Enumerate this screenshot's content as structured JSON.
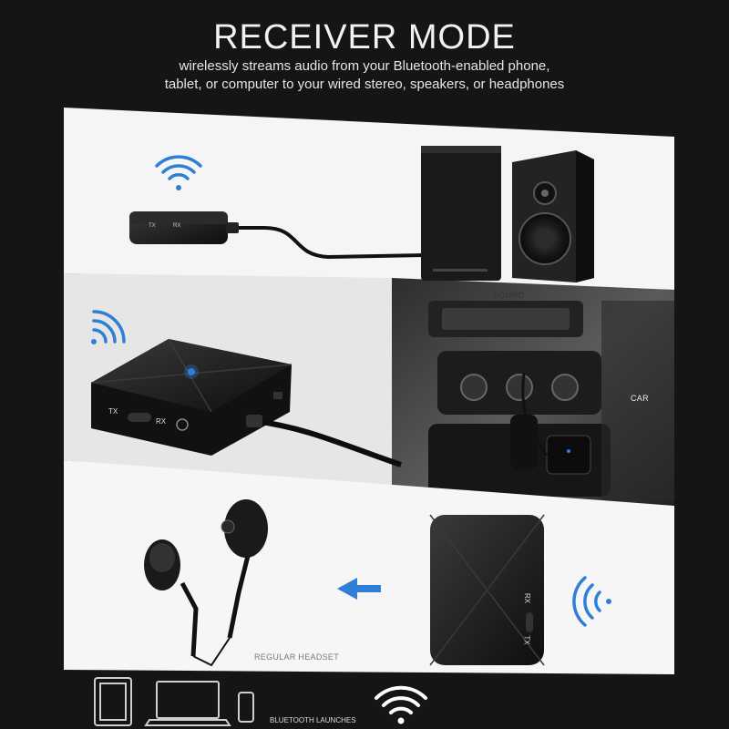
{
  "header": {
    "title": "RECEIVER MODE",
    "subtitle_line1": "wirelessly streams audio from your Bluetooth-enabled phone,",
    "subtitle_line2": "tablet, or computer to your wired stereo, speakers, or headphones"
  },
  "panels": {
    "sound": {
      "label": "SOUND",
      "device_tx": "TX",
      "device_rx": "RX"
    },
    "car": {
      "label": "CAR",
      "device_tx": "TX",
      "device_rx": "RX"
    },
    "headset": {
      "label": "REGULAR HEADSET",
      "device_tx": "TX",
      "device_rx": "RX"
    }
  },
  "footer": {
    "label": "BLUETOOTH LAUNCHES"
  },
  "colors": {
    "accent_blue": "#2f7fd8",
    "background": "#151515",
    "panel_white": "#f4f4f4"
  }
}
